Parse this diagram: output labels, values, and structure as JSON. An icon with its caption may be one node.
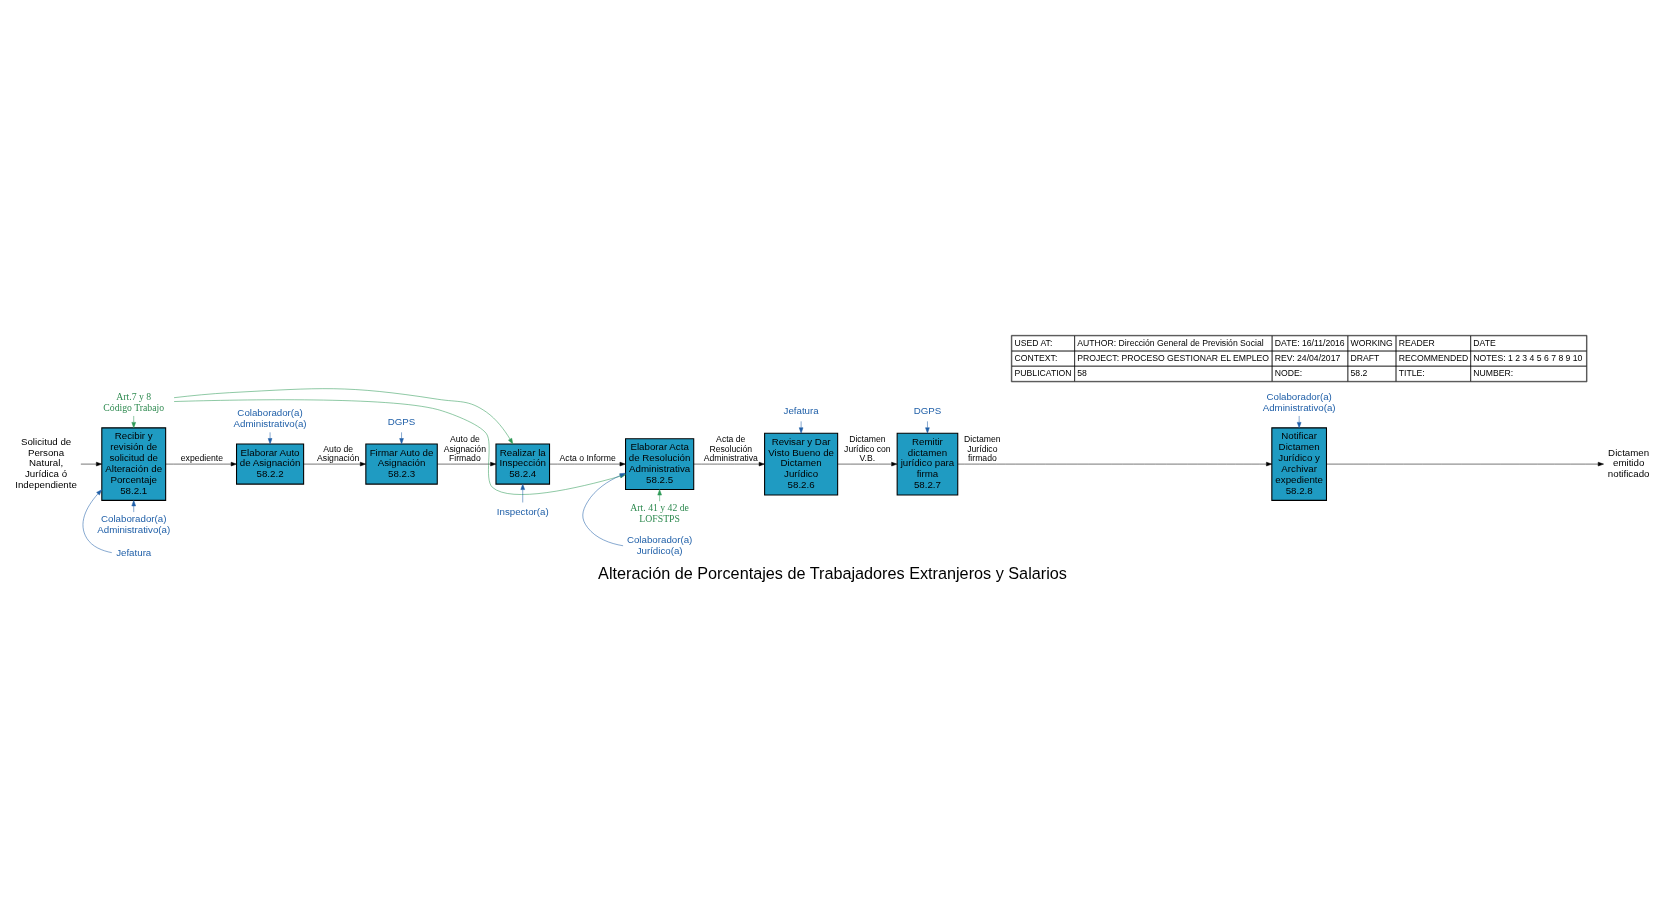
{
  "diagram": {
    "title": "Alteración de Porcentajes de Trabajadores Extranjeros y Salarios",
    "nodes": [
      {
        "text": [
          "Recibir y revisión de solicitud de Alteración de Porcentaje",
          "58.2.1"
        ]
      },
      {
        "text": [
          "Elaborar Auto de Asignación",
          "58.2.2"
        ]
      },
      {
        "text": [
          "Firmar Auto de Asignación",
          "58.2.3"
        ]
      },
      {
        "text": [
          "Realizar la Inspección",
          "58.2.4"
        ]
      },
      {
        "text": [
          "Elaborar Acta de Resolución Administrativa",
          "58.2.5"
        ]
      },
      {
        "text": [
          "Revisar y Dar Visto Bueno de Dictamen Jurídico",
          "58.2.6"
        ]
      },
      {
        "text": [
          "Remitir dictamen jurídico para firma",
          "58.2.7"
        ]
      },
      {
        "text": [
          "Notificar Dictamen Jurídico y Archivar expediente",
          "58.2.8"
        ]
      },
      {
        "text": [
          "Solicitud de Persona Natural, Jurídica ó Independiente"
        ]
      },
      {
        "text": [
          "Dictamen emitido notificado"
        ]
      },
      {
        "text": [
          "Art.7 y 8 Código Trabajo"
        ]
      },
      {
        "text": [
          "Art. 41 y 42 de LOFSTPS"
        ]
      },
      {
        "text": [
          "Colaborador(a) Administrativo(a)"
        ]
      },
      {
        "text": [
          "Jefatura"
        ]
      },
      {
        "text": [
          "Colaborador(a) Administrativo(a)"
        ]
      },
      {
        "text": [
          "DGPS"
        ]
      },
      {
        "text": [
          "Inspector(a)"
        ]
      },
      {
        "text": [
          "Colaborador(a) Jurídico(a)"
        ]
      },
      {
        "text": [
          "Jefatura"
        ]
      },
      {
        "text": [
          "DGPS"
        ]
      },
      {
        "text": [
          "Colaborador(a) Administrativo(a)"
        ]
      }
    ],
    "edges": [
      {
        "from": 8,
        "to": 0,
        "arrow": "to",
        "color": "#000000"
      },
      {
        "from": 0,
        "to": 1,
        "arrow": "to",
        "label": "expediente",
        "color": "#000000"
      },
      {
        "from": 1,
        "to": 2,
        "arrow": "to",
        "label": "Auto de Asignación",
        "color": "#000000"
      },
      {
        "from": 2,
        "to": 3,
        "arrow": "to",
        "label": "Auto de Asignación Firmado",
        "color": "#000000"
      },
      {
        "from": 3,
        "to": 4,
        "arrow": "to",
        "label": "Acta o Informe",
        "color": "#000000"
      },
      {
        "from": 4,
        "to": 5,
        "arrow": "to",
        "label": "Acta de Resolución Administrativa",
        "color": "#000000"
      },
      {
        "from": 5,
        "to": 6,
        "arrow": "to",
        "label": "Dictamen Jurídico con V.B.",
        "color": "#000000"
      },
      {
        "from": 6,
        "to": 7,
        "arrow": "to",
        "label": "Dictamen Jurídico firmado",
        "color": "#000000"
      },
      {
        "from": 7,
        "to": 9,
        "arrow": "to",
        "color": "#000000"
      },
      {
        "from": 10,
        "to": 0,
        "arrow": "to",
        "color": "#2e9a57"
      },
      {
        "from": 10,
        "to": 3,
        "arrow": "to",
        "color": "#2e9a57"
      },
      {
        "from": 10,
        "to": 4,
        "arrow": "to",
        "color": "#2e9a57"
      },
      {
        "from": 11,
        "to": 4,
        "arrow": "to",
        "color": "#2e9a57"
      },
      {
        "from": 12,
        "to": 0,
        "arrow": "to",
        "color": "#1f5fa8"
      },
      {
        "from": 13,
        "to": 0,
        "arrow": "to",
        "color": "#1f5fa8"
      },
      {
        "from": 14,
        "to": 1,
        "arrow": "to",
        "color": "#1f5fa8"
      },
      {
        "from": 15,
        "to": 2,
        "arrow": "to",
        "color": "#1f5fa8"
      },
      {
        "from": 16,
        "to": 3,
        "arrow": "to",
        "color": "#1f5fa8"
      },
      {
        "from": 17,
        "to": 4,
        "arrow": "to",
        "color": "#1f5fa8"
      },
      {
        "from": 18,
        "to": 5,
        "arrow": "to",
        "color": "#1f5fa8"
      },
      {
        "from": 19,
        "to": 6,
        "arrow": "to",
        "color": "#1f5fa8"
      },
      {
        "from": 20,
        "to": 7,
        "arrow": "to",
        "color": "#1f5fa8"
      }
    ],
    "labels": [
      "USED AT:",
      "AUTHOR: Dirección General de Previsión Social",
      "DATE: 16/11/2016",
      "WORKING",
      "READER",
      "DATE",
      "CONTEXT:",
      "PROJECT: PROCESO GESTIONAR EL EMPLEO",
      "REV: 24/04/2017",
      "DRAFT",
      "RECOMMENDED",
      "NOTES: 1 2 3 4 5 6 7 8 9 10",
      "PUBLICATION",
      "58",
      "NODE:",
      "58.2",
      "TITLE:",
      "NUMBER:"
    ]
  }
}
